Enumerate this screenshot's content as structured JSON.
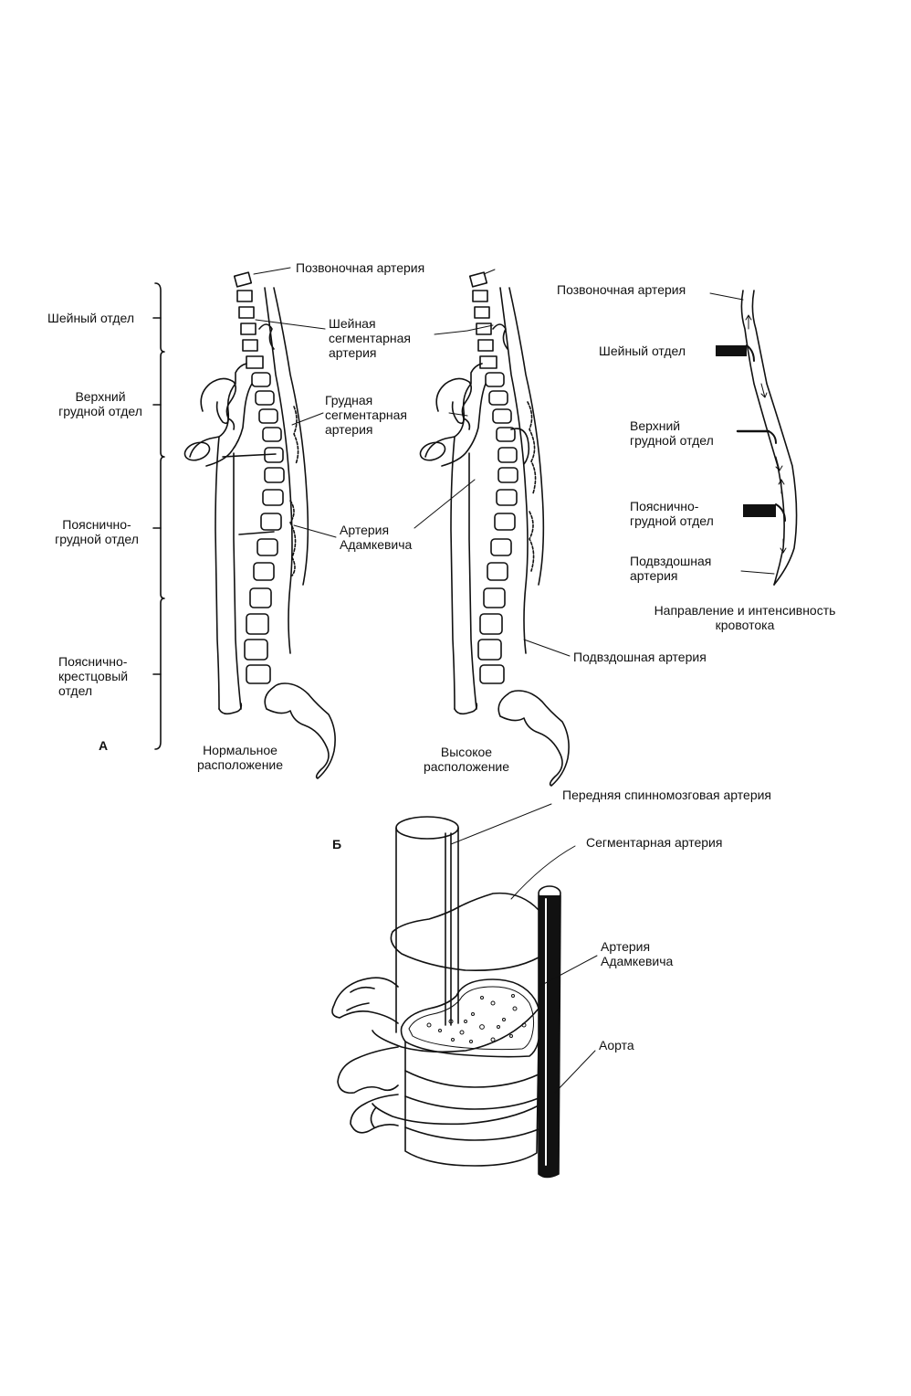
{
  "panel_a": {
    "letter": "А",
    "regions": {
      "cervical": "Шейный отдел",
      "upper_thoracic": "Верхний\nгрудной отдел",
      "thoracolumbar": "Пояснично-\nгрудной отдел",
      "lumbosacral": "Пояснично-\nкрестцовый\nотдел"
    },
    "vertebral_artery": "Позвоночная артерия",
    "cervical_segmental_artery": "Шейная\nсегментарная\nартерия",
    "thoracic_segmental_artery": "Грудная\nсегментарная\nартерия",
    "adamkiewicz_artery": "Артерия\nАдамкевича",
    "iliac_artery": "Подвздошная артерия",
    "normal_caption": "Нормальное\nрасположение",
    "high_caption": "Высокое\nрасположение",
    "flow_diagram": {
      "vertebral_artery": "Позвоночная артерия",
      "cervical": "Шейный отдел",
      "upper_thoracic": "Верхний\nгрудной отдел",
      "thoracolumbar": "Пояснично-\nгрудной отдел",
      "iliac": "Подвздошная\nартерия",
      "caption": "Направление и интенсивность\nкровотока"
    }
  },
  "panel_b": {
    "letter": "Б",
    "anterior_spinal_artery": "Передняя спинномозговая артерия",
    "segmental_artery": "Сегментарная артерия",
    "adamkiewicz_artery": "Артерия\nАдамкевича",
    "aorta": "Аорта"
  }
}
